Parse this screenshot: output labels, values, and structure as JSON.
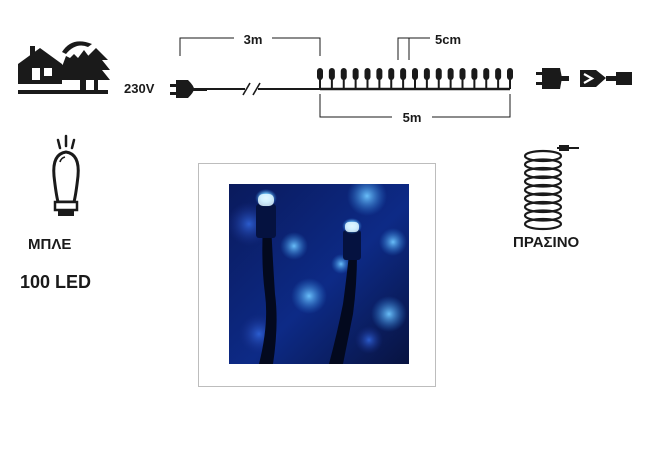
{
  "diagram": {
    "lead_length": "3m",
    "led_spacing": "5cm",
    "lit_length": "5m",
    "voltage": "230V",
    "led_count_drawn": 17
  },
  "product": {
    "color": "ΜΠΛΕ",
    "led_count": "100 LED",
    "cable_color": "ΠΡΑΣΙΝΟ"
  },
  "icons": {
    "indoor_outdoor": "house-tree-icon",
    "bulb": "led-bulb-icon",
    "connector": "connectable-plug-icon",
    "cable": "coiled-cable-icon"
  },
  "colors": {
    "ink": "#1a1a1a",
    "led_blue": "#1e7bd6"
  }
}
